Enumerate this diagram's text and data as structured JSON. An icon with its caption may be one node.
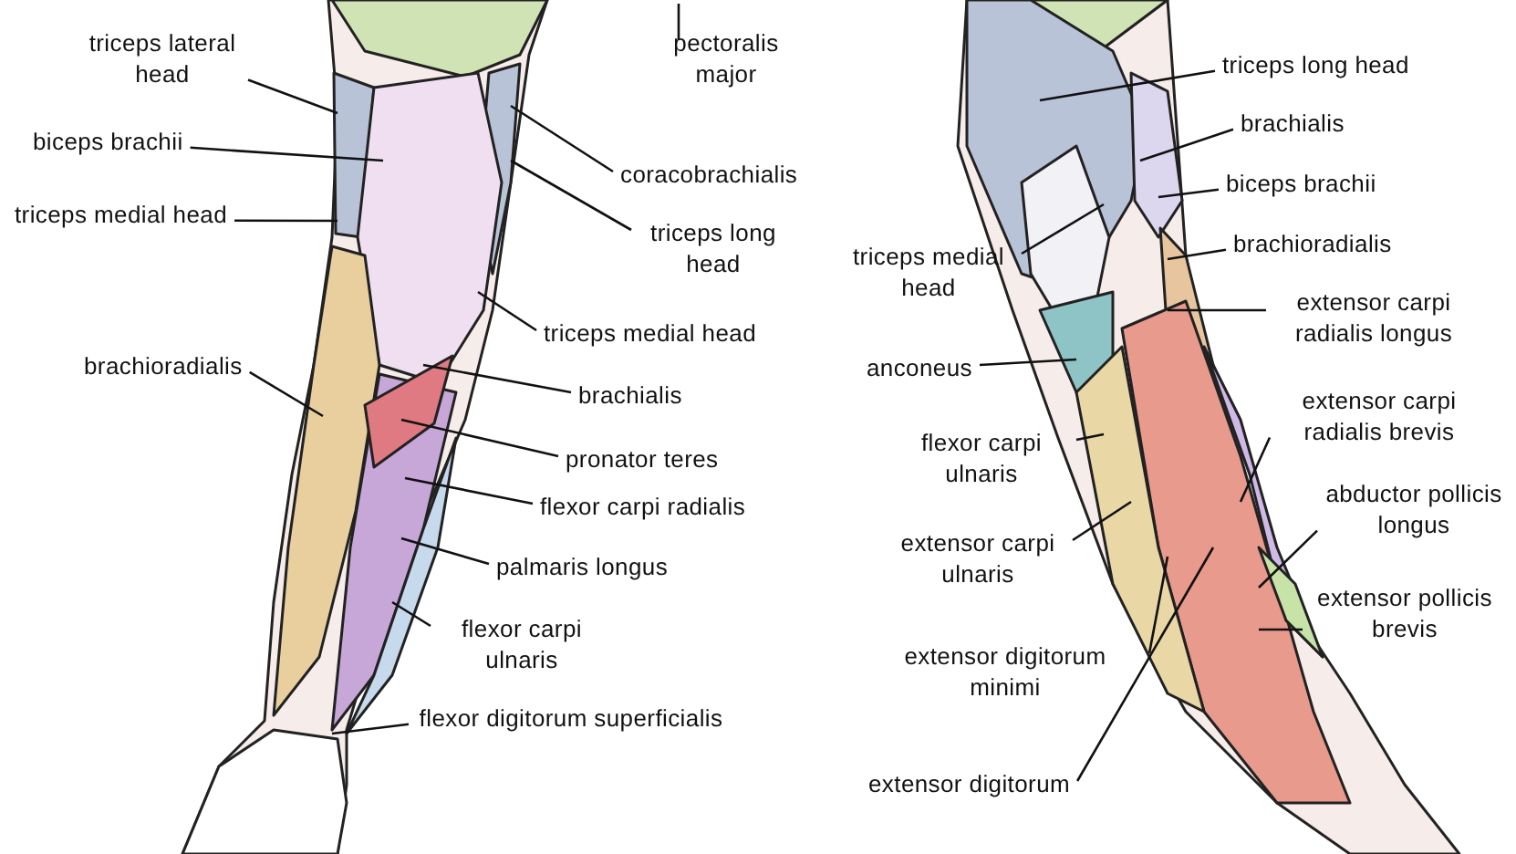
{
  "diagram": {
    "nodes": [
      {
        "text": [
          "triceps lateral head"
        ]
      },
      {
        "text": [
          "biceps brachii"
        ]
      },
      {
        "text": [
          "triceps medial head"
        ]
      },
      {
        "text": [
          "pectoralis major"
        ]
      },
      {
        "text": [
          "coracobrachialis"
        ]
      },
      {
        "text": [
          "triceps long head"
        ]
      },
      {
        "text": [
          "triceps medial head"
        ]
      },
      {
        "text": [
          "brachioradialis"
        ]
      },
      {
        "text": [
          "brachialis"
        ]
      },
      {
        "text": [
          "pronator teres"
        ]
      },
      {
        "text": [
          "flexor carpi radialis"
        ]
      },
      {
        "text": [
          "palmaris longus"
        ]
      },
      {
        "text": [
          "flexor carpi ulnaris"
        ]
      },
      {
        "text": [
          "flexor digitorum superficialis"
        ]
      },
      {
        "text": [
          "triceps long head"
        ]
      },
      {
        "text": [
          "brachialis"
        ]
      },
      {
        "text": [
          "biceps brachii"
        ]
      },
      {
        "text": [
          "triceps medial head"
        ]
      },
      {
        "text": [
          "brachioradialis"
        ]
      },
      {
        "text": [
          "extensor carpi radialis longus"
        ]
      },
      {
        "text": [
          "anconeus"
        ]
      },
      {
        "text": [
          "flexor carpi ulnaris"
        ]
      },
      {
        "text": [
          "extensor carpi radialis brevis"
        ]
      },
      {
        "text": [
          "abductor pollicis longus"
        ]
      },
      {
        "text": [
          "extensor carpi ulnaris"
        ]
      },
      {
        "text": [
          "extensor pollicis brevis"
        ]
      },
      {
        "text": [
          "extensor digitorum minimi"
        ]
      },
      {
        "text": [
          "extensor digitorum"
        ]
      }
    ],
    "edges": [
      {
        "from": 0,
        "to": null,
        "arrow": "none"
      },
      {
        "from": 1,
        "to": null,
        "arrow": "none"
      },
      {
        "from": 2,
        "to": null,
        "arrow": "none"
      },
      {
        "from": 3,
        "to": null,
        "arrow": "none"
      },
      {
        "from": 4,
        "to": null,
        "arrow": "none"
      },
      {
        "from": 5,
        "to": null,
        "arrow": "none"
      },
      {
        "from": 6,
        "to": null,
        "arrow": "none"
      },
      {
        "from": 7,
        "to": null,
        "arrow": "none"
      },
      {
        "from": 8,
        "to": null,
        "arrow": "none"
      },
      {
        "from": 9,
        "to": null,
        "arrow": "none"
      },
      {
        "from": 10,
        "to": null,
        "arrow": "none"
      },
      {
        "from": 11,
        "to": null,
        "arrow": "none"
      },
      {
        "from": 12,
        "to": null,
        "arrow": "none"
      },
      {
        "from": 13,
        "to": null,
        "arrow": "none"
      },
      {
        "from": 14,
        "to": null,
        "arrow": "none"
      },
      {
        "from": 15,
        "to": null,
        "arrow": "none"
      },
      {
        "from": 16,
        "to": null,
        "arrow": "none"
      },
      {
        "from": 17,
        "to": null,
        "arrow": "none"
      },
      {
        "from": 18,
        "to": null,
        "arrow": "none"
      },
      {
        "from": 19,
        "to": null,
        "arrow": "none"
      },
      {
        "from": 20,
        "to": null,
        "arrow": "none"
      },
      {
        "from": 21,
        "to": null,
        "arrow": "none"
      },
      {
        "from": 22,
        "to": null,
        "arrow": "none"
      },
      {
        "from": 23,
        "to": null,
        "arrow": "none"
      },
      {
        "from": 24,
        "to": null,
        "arrow": "none"
      },
      {
        "from": 25,
        "to": null,
        "arrow": "none"
      },
      {
        "from": 26,
        "to": null,
        "arrow": "none"
      },
      {
        "from": 27,
        "to": null,
        "arrow": "none"
      }
    ]
  }
}
